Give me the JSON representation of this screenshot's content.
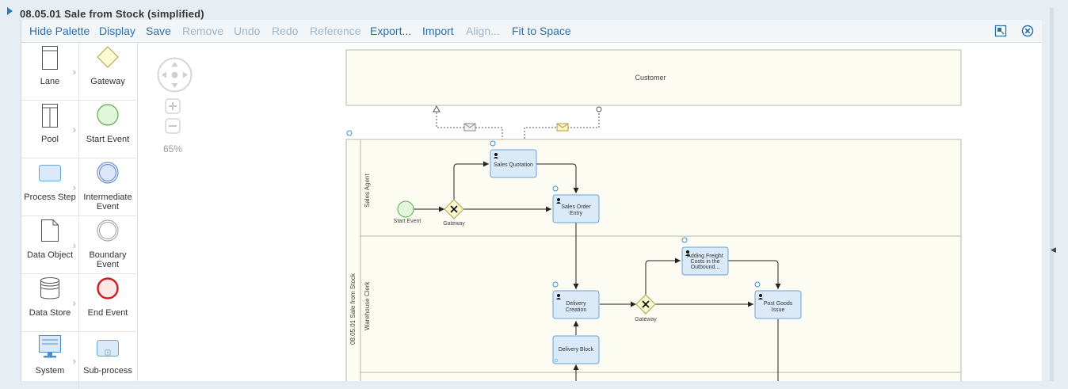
{
  "window": {
    "title": "08.05.01 Sale from Stock (simplified)"
  },
  "toolbar": {
    "hide_palette": "Hide Palette",
    "display": "Display",
    "save": "Save",
    "remove": "Remove",
    "undo": "Undo",
    "redo": "Redo",
    "reference": "Reference",
    "export": "Export...",
    "import": "Import",
    "align": "Align...",
    "fit_to_space": "Fit to Space"
  },
  "palette": {
    "lane": "Lane",
    "gateway": "Gateway",
    "pool": "Pool",
    "start_event": "Start Event",
    "process_step": "Process Step",
    "intermediate_event": "Intermediate Event",
    "data_object": "Data Object",
    "boundary_event": "Boundary Event",
    "data_store": "Data Store",
    "end_event": "End Event",
    "system": "System",
    "sub_process": "Sub-process"
  },
  "zoom": {
    "level": "65%"
  },
  "diagram": {
    "customer_pool": "Customer",
    "pool_name": "08.05.01 Sale from Stock",
    "lanes": {
      "sales_agent": "Sales Agent",
      "warehouse_clerk": "Warehouse Clerk"
    },
    "start_event": "Start Event",
    "gateway_1": "Gateway",
    "gateway_2": "Gateway",
    "sales_quotation": "Sales Quotation",
    "sales_order_entry_1": "Sales Order",
    "sales_order_entry_2": "Entry",
    "delivery_creation_1": "Delivery",
    "delivery_creation_2": "Creation",
    "delivery_block": "Delivery Block",
    "freight_1": "Adding Freight",
    "freight_2": "Costs in the",
    "freight_3": "Outbound...",
    "post_goods_1": "Post Goods",
    "post_goods_2": "Issue"
  },
  "colors": {
    "accent": "#2a6fae",
    "task_fill": "#dbeaf8",
    "task_stroke": "#6aa3d5",
    "lane_bg": "#fcfcf2",
    "gateway_fill": "#fffbd0",
    "start_fill": "#e2f6da",
    "end_stroke": "#cc2222"
  }
}
